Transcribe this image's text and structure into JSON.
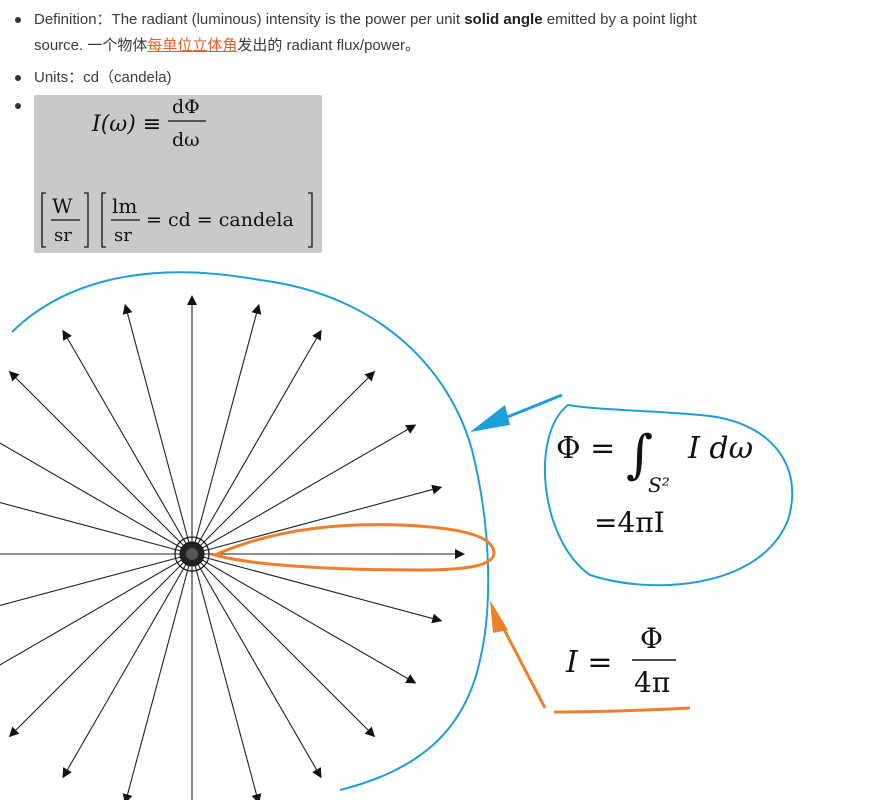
{
  "definition": {
    "label": "Definition：",
    "text_before": "The radiant (luminous) intensity is the power per unit ",
    "bold": "solid angle",
    "text_after": " emitted by a point light",
    "line2_a": "source. 一个物体",
    "link": "每单位立体角",
    "line2_b": "发出的 radiant flux/power。"
  },
  "units": {
    "label": "Units：cd（candela)"
  },
  "formula1": {
    "lhs": "I(ω) ≡",
    "num": "dΦ",
    "den": "dω"
  },
  "formula2": {
    "w_num": "W",
    "w_den": "sr",
    "lm_num": "lm",
    "lm_den": "sr",
    "rest": "= cd = candela"
  },
  "annotation_blue": {
    "phi_eq": "Φ =",
    "integral": "∫",
    "sub": "S²",
    "integrand": "I dω",
    "result": "=4πI"
  },
  "annotation_orange": {
    "lhs": "I =",
    "num": "Φ",
    "den": "4π"
  },
  "colors": {
    "blue": "#1e9fd8",
    "orange": "#f07f2c",
    "link": "#e3602c",
    "box": "#c9c9c9"
  }
}
